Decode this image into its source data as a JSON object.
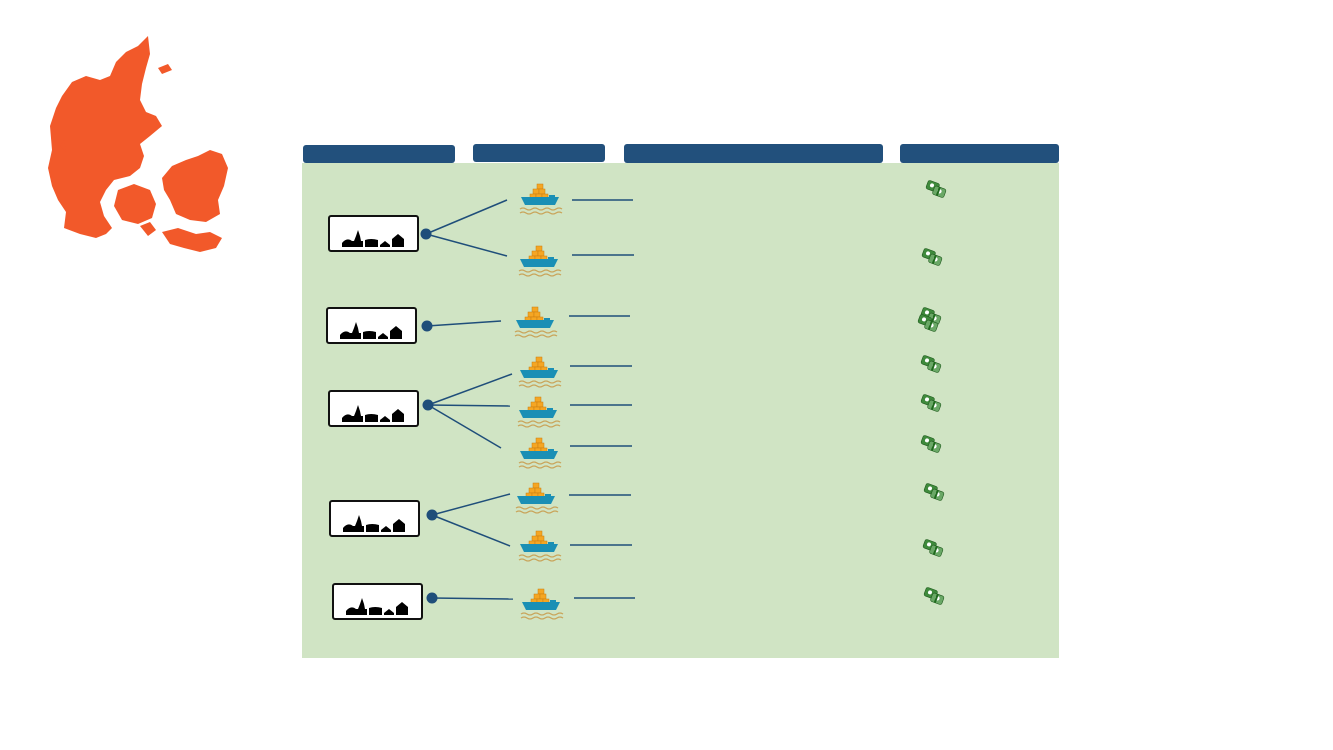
{
  "colors": {
    "map": "#f2592a",
    "header": "#22507c",
    "panel": "#d0e4c4",
    "connector": "#1f4e7a",
    "ship_hull": "#1a8fb5",
    "container": "#f5a623",
    "waves": "#c9a45a",
    "money": "#3f8a3c"
  },
  "icons": {
    "map": "denmark-map-icon",
    "town": "town-skyline-icon",
    "ship": "cargo-ship-icon",
    "money": "money-stack-icon"
  },
  "columns": 4,
  "groups": [
    {
      "ships": 2
    },
    {
      "ships": 1
    },
    {
      "ships": 3
    },
    {
      "ships": 2
    },
    {
      "ships": 1
    }
  ]
}
